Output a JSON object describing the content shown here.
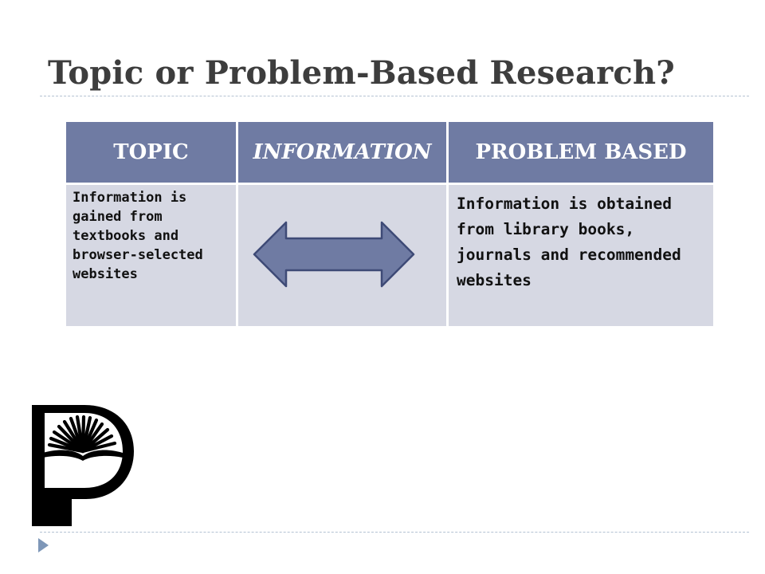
{
  "slide": {
    "title": "Topic or Problem-Based Research?"
  },
  "table": {
    "headers": [
      "TOPIC",
      "INFORMATION",
      "PROBLEM BASED"
    ],
    "left_text": "Information is gained from textbooks and browser-selected websites",
    "right_text": "Information is obtained from library books, journals and recommended websites",
    "arrow_icon": "double-headed-arrow-icon"
  },
  "colors": {
    "header_bg": "#6f7ba3",
    "cell_bg": "#d6d8e3",
    "arrow_fill": "#6f7ba3",
    "arrow_stroke": "#3e4a76",
    "rule": "#b4c2d3",
    "bullet": "#7e97b8",
    "logo": "#000000"
  },
  "logo": {
    "name": "p-book-logo-icon"
  }
}
